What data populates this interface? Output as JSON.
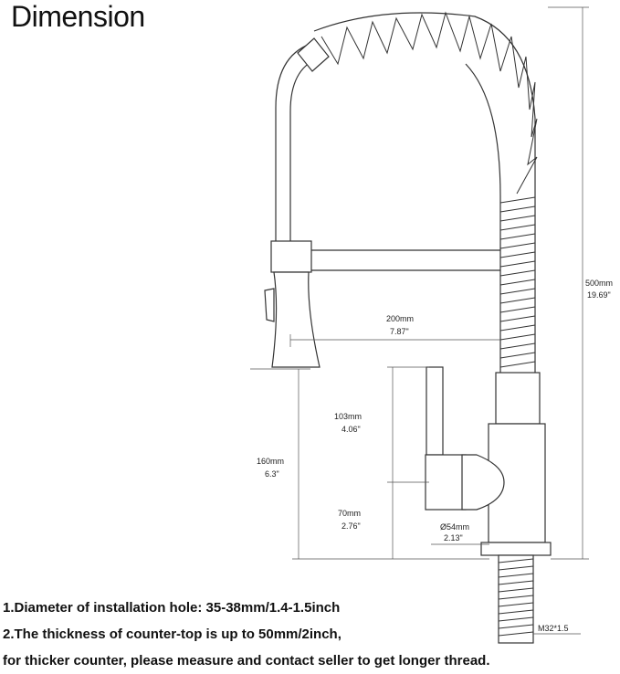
{
  "title": "Dimension",
  "dimensions": {
    "height_total": {
      "mm": "500mm",
      "inch": "19.69\""
    },
    "reach": {
      "mm": "200mm",
      "inch": "7.87\""
    },
    "handle": {
      "mm": "103mm",
      "inch": "4.06\""
    },
    "spout_height": {
      "mm": "160mm",
      "inch": "6.3\""
    },
    "base_height": {
      "mm": "70mm",
      "inch": "2.76\""
    },
    "base_diameter": {
      "mm": "Ø54mm",
      "inch": "2.13\""
    },
    "thread": "M32*1.5"
  },
  "notes": [
    "1.Diameter of installation hole: 35-38mm/1.4-1.5inch",
    "2.The thickness of counter-top is up to 50mm/2inch,",
    "for thicker counter, please measure and contact seller to get longer thread."
  ]
}
